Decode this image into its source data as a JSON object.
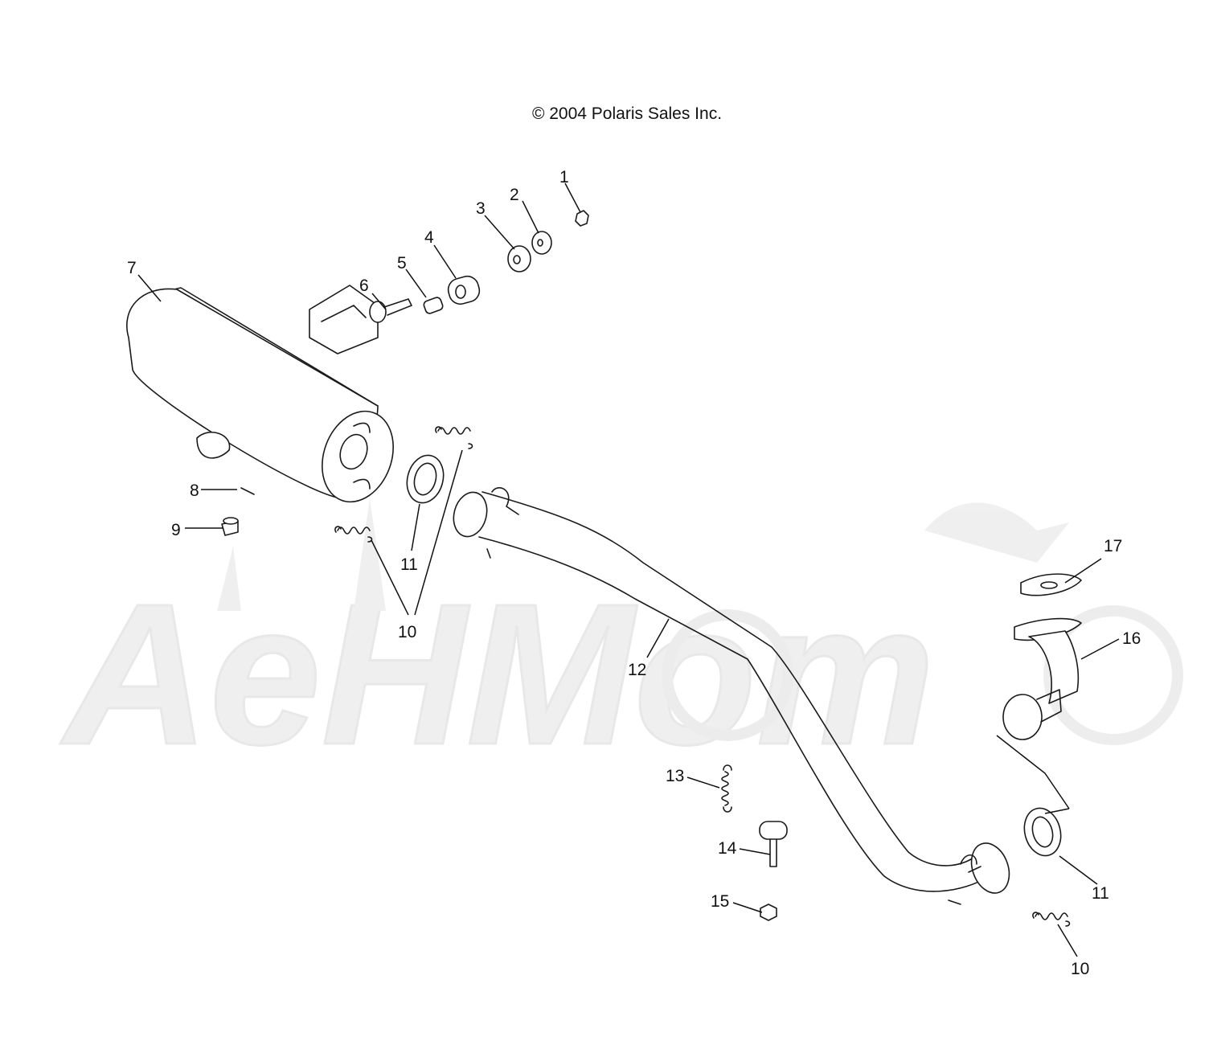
{
  "copyright": "© 2004 Polaris Sales Inc.",
  "watermark": {
    "text": "AeHMom"
  },
  "callouts": [
    {
      "id": "c1",
      "label": "1"
    },
    {
      "id": "c2",
      "label": "2"
    },
    {
      "id": "c3",
      "label": "3"
    },
    {
      "id": "c4",
      "label": "4"
    },
    {
      "id": "c5",
      "label": "5"
    },
    {
      "id": "c6",
      "label": "6"
    },
    {
      "id": "c7",
      "label": "7"
    },
    {
      "id": "c8",
      "label": "8"
    },
    {
      "id": "c9",
      "label": "9"
    },
    {
      "id": "c10a",
      "label": "10"
    },
    {
      "id": "c11a",
      "label": "11"
    },
    {
      "id": "c12",
      "label": "12"
    },
    {
      "id": "c13",
      "label": "13"
    },
    {
      "id": "c14",
      "label": "14"
    },
    {
      "id": "c15",
      "label": "15"
    },
    {
      "id": "c16",
      "label": "16"
    },
    {
      "id": "c17",
      "label": "17"
    },
    {
      "id": "c11b",
      "label": "11"
    },
    {
      "id": "c10b",
      "label": "10"
    }
  ]
}
